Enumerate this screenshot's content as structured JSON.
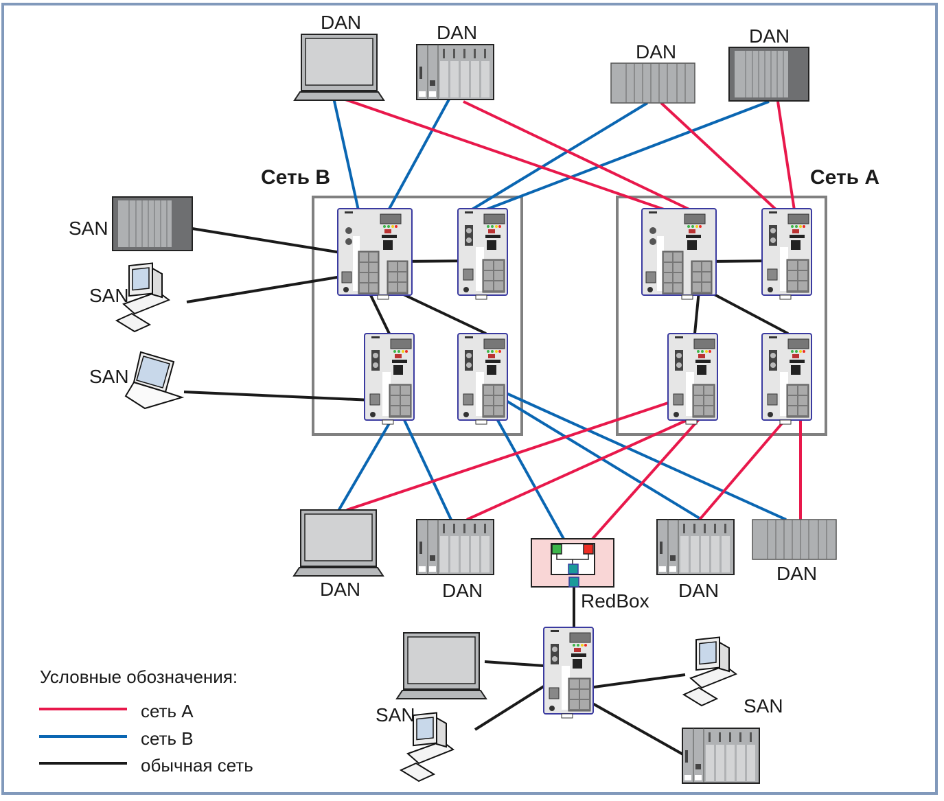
{
  "colors": {
    "net_a": "#e8184b",
    "net_b": "#0a66b2",
    "normal": "#1a1a1a",
    "frame": "#8199bb",
    "group_box": "#808080",
    "redbox_fill": "#f9d6d6",
    "redbox_green": "#3db54a",
    "redbox_red": "#ee2d24",
    "redbox_teal": "#1a9a9a"
  },
  "groups": {
    "net_b": {
      "label": "Сеть B"
    },
    "net_a": {
      "label": "Сеть A"
    }
  },
  "nodes": {
    "top_dan_1": {
      "label": "DAN",
      "type": "laptop"
    },
    "top_dan_2": {
      "label": "DAN",
      "type": "plc"
    },
    "top_dan_3": {
      "label": "DAN",
      "type": "rack-light"
    },
    "top_dan_4": {
      "label": "DAN",
      "type": "rack-dark"
    },
    "san_1": {
      "label": "SAN",
      "type": "rack-dark"
    },
    "san_2": {
      "label": "SAN",
      "type": "desktop"
    },
    "san_3": {
      "label": "SAN",
      "type": "laptop-small"
    },
    "bottom_dan_1": {
      "label": "DAN",
      "type": "laptop"
    },
    "bottom_dan_2": {
      "label": "DAN",
      "type": "plc"
    },
    "bottom_dan_3": {
      "label": "DAN",
      "type": "plc"
    },
    "bottom_dan_4": {
      "label": "DAN",
      "type": "rack-light"
    },
    "redbox": {
      "label": "RedBox",
      "type": "redbox"
    },
    "san_4": {
      "label": "SAN",
      "type": "laptop"
    },
    "san_5": {
      "label": "SAN",
      "type": "desktop"
    },
    "san_6": {
      "label": "",
      "type": "desktop"
    },
    "san_7": {
      "label": "",
      "type": "plc"
    }
  },
  "switches": [
    {
      "id": "sw_b1",
      "group": "net_b",
      "model": "large"
    },
    {
      "id": "sw_b2",
      "group": "net_b",
      "model": "small"
    },
    {
      "id": "sw_b3",
      "group": "net_b",
      "model": "small"
    },
    {
      "id": "sw_b4",
      "group": "net_b",
      "model": "small"
    },
    {
      "id": "sw_a1",
      "group": "net_a",
      "model": "large"
    },
    {
      "id": "sw_a2",
      "group": "net_a",
      "model": "small"
    },
    {
      "id": "sw_a3",
      "group": "net_a",
      "model": "small"
    },
    {
      "id": "sw_a4",
      "group": "net_a",
      "model": "small"
    },
    {
      "id": "sw_redbox",
      "group": "none",
      "model": "small"
    }
  ],
  "links": [
    {
      "from": "top_dan_1",
      "to": "sw_b1",
      "net": "net_b"
    },
    {
      "from": "top_dan_2",
      "to": "sw_b1",
      "net": "net_b"
    },
    {
      "from": "top_dan_3",
      "to": "sw_b2",
      "net": "net_b"
    },
    {
      "from": "top_dan_4",
      "to": "sw_b2",
      "net": "net_b"
    },
    {
      "from": "top_dan_1",
      "to": "sw_a1",
      "net": "net_a"
    },
    {
      "from": "top_dan_2",
      "to": "sw_a1",
      "net": "net_a"
    },
    {
      "from": "top_dan_3",
      "to": "sw_a2",
      "net": "net_a"
    },
    {
      "from": "top_dan_4",
      "to": "sw_a2",
      "net": "net_a"
    },
    {
      "from": "san_1",
      "to": "sw_b1",
      "net": "normal"
    },
    {
      "from": "san_2",
      "to": "sw_b1",
      "net": "normal"
    },
    {
      "from": "san_3",
      "to": "sw_b3",
      "net": "normal"
    },
    {
      "from": "sw_b1",
      "to": "sw_b2",
      "net": "normal"
    },
    {
      "from": "sw_b1",
      "to": "sw_b3",
      "net": "normal"
    },
    {
      "from": "sw_b1",
      "to": "sw_b4",
      "net": "normal"
    },
    {
      "from": "sw_a1",
      "to": "sw_a2",
      "net": "normal"
    },
    {
      "from": "sw_a1",
      "to": "sw_a3",
      "net": "normal"
    },
    {
      "from": "sw_a1",
      "to": "sw_a4",
      "net": "normal"
    },
    {
      "from": "sw_b3",
      "to": "bottom_dan_1",
      "net": "net_b"
    },
    {
      "from": "sw_b3",
      "to": "bottom_dan_2",
      "net": "net_b"
    },
    {
      "from": "sw_b4",
      "to": "redbox",
      "net": "net_b"
    },
    {
      "from": "sw_b4",
      "to": "bottom_dan_3",
      "net": "net_b"
    },
    {
      "from": "sw_b4",
      "to": "bottom_dan_4",
      "net": "net_b"
    },
    {
      "from": "sw_a3",
      "to": "bottom_dan_1",
      "net": "net_a"
    },
    {
      "from": "sw_a3",
      "to": "bottom_dan_2",
      "net": "net_a"
    },
    {
      "from": "sw_a3",
      "to": "redbox",
      "net": "net_a"
    },
    {
      "from": "sw_a4",
      "to": "bottom_dan_3",
      "net": "net_a"
    },
    {
      "from": "sw_a4",
      "to": "bottom_dan_4",
      "net": "net_a"
    },
    {
      "from": "redbox",
      "to": "sw_redbox",
      "net": "normal"
    },
    {
      "from": "san_4",
      "to": "sw_redbox",
      "net": "normal"
    },
    {
      "from": "san_5",
      "to": "sw_redbox",
      "net": "normal"
    },
    {
      "from": "san_6",
      "to": "sw_redbox",
      "net": "normal"
    },
    {
      "from": "san_7",
      "to": "sw_redbox",
      "net": "normal"
    }
  ],
  "legend": {
    "title": "Условные обозначения:",
    "items": [
      {
        "label": "сеть A",
        "net": "net_a"
      },
      {
        "label": "сеть B",
        "net": "net_b"
      },
      {
        "label": "обычная сеть",
        "net": "normal"
      }
    ]
  }
}
